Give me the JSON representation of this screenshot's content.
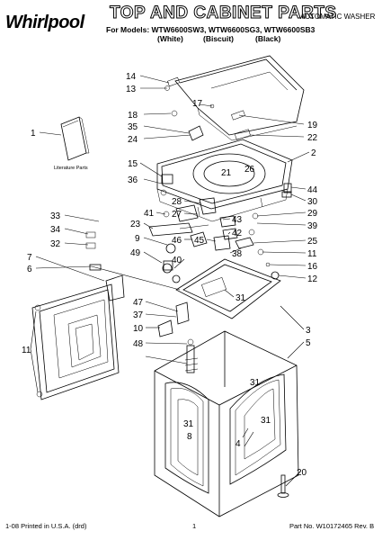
{
  "header": {
    "brand": "Whirlpool",
    "title": "TOP AND CABINET PARTS",
    "doc_type": "AUTOMATIC WASHER",
    "models": "For Models: WTW6600SW3, WTW6600SG3, WTW6600SB3",
    "variants": [
      "(White)",
      "(Biscuit)",
      "(Black)"
    ]
  },
  "callouts": {
    "c14": "14",
    "c13": "13",
    "c17": "17",
    "c18": "18",
    "c35": "35",
    "c24": "24",
    "c19": "19",
    "c22": "22",
    "c1": "1",
    "c2": "2",
    "c15": "15",
    "c36": "36",
    "c21": "21",
    "c26": "26",
    "c44": "44",
    "c30": "30",
    "c28": "28",
    "c41": "41",
    "c27": "27",
    "c29": "29",
    "c43": "43",
    "c39": "39",
    "c33": "33",
    "c34": "34",
    "c32": "32",
    "c23": "23",
    "c42": "42",
    "c9": "9",
    "c46": "46",
    "c45": "45",
    "c25": "25",
    "c38": "38",
    "c11a": "11",
    "c49": "49",
    "c40": "40",
    "c16": "16",
    "c7": "7",
    "c6": "6",
    "c12": "12",
    "c31a": "31",
    "c47": "47",
    "c37": "37",
    "c3": "3",
    "c5": "5",
    "c10": "10",
    "c11b": "11",
    "c48": "48",
    "c31b": "31",
    "c31c": "31",
    "c8": "8",
    "c31d": "31",
    "c4": "4",
    "c20": "20"
  },
  "literature_label": "Literature Parts",
  "footer": {
    "left": "1-08 Printed in U.S.A. (drd)",
    "page": "1",
    "part_no": "Part No. W10172465 Rev. B"
  }
}
